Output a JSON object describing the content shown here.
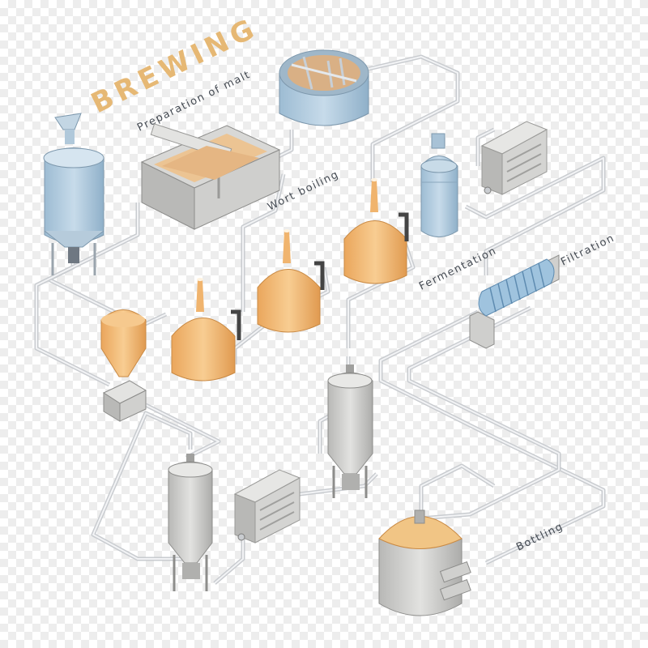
{
  "title": "BREWING",
  "steps": {
    "preparation": "Preparation of malt",
    "wort": "Wort boiling",
    "fermentation": "Fermentation",
    "filtration": "Filtration",
    "bottling": "Bottling"
  },
  "colors": {
    "pipe": "#c9ccd0",
    "blue_tank": "#a9c6dc",
    "copper_tank": "#f0b46e",
    "grey_tank": "#c8c8c6",
    "title": "#e6b874"
  }
}
